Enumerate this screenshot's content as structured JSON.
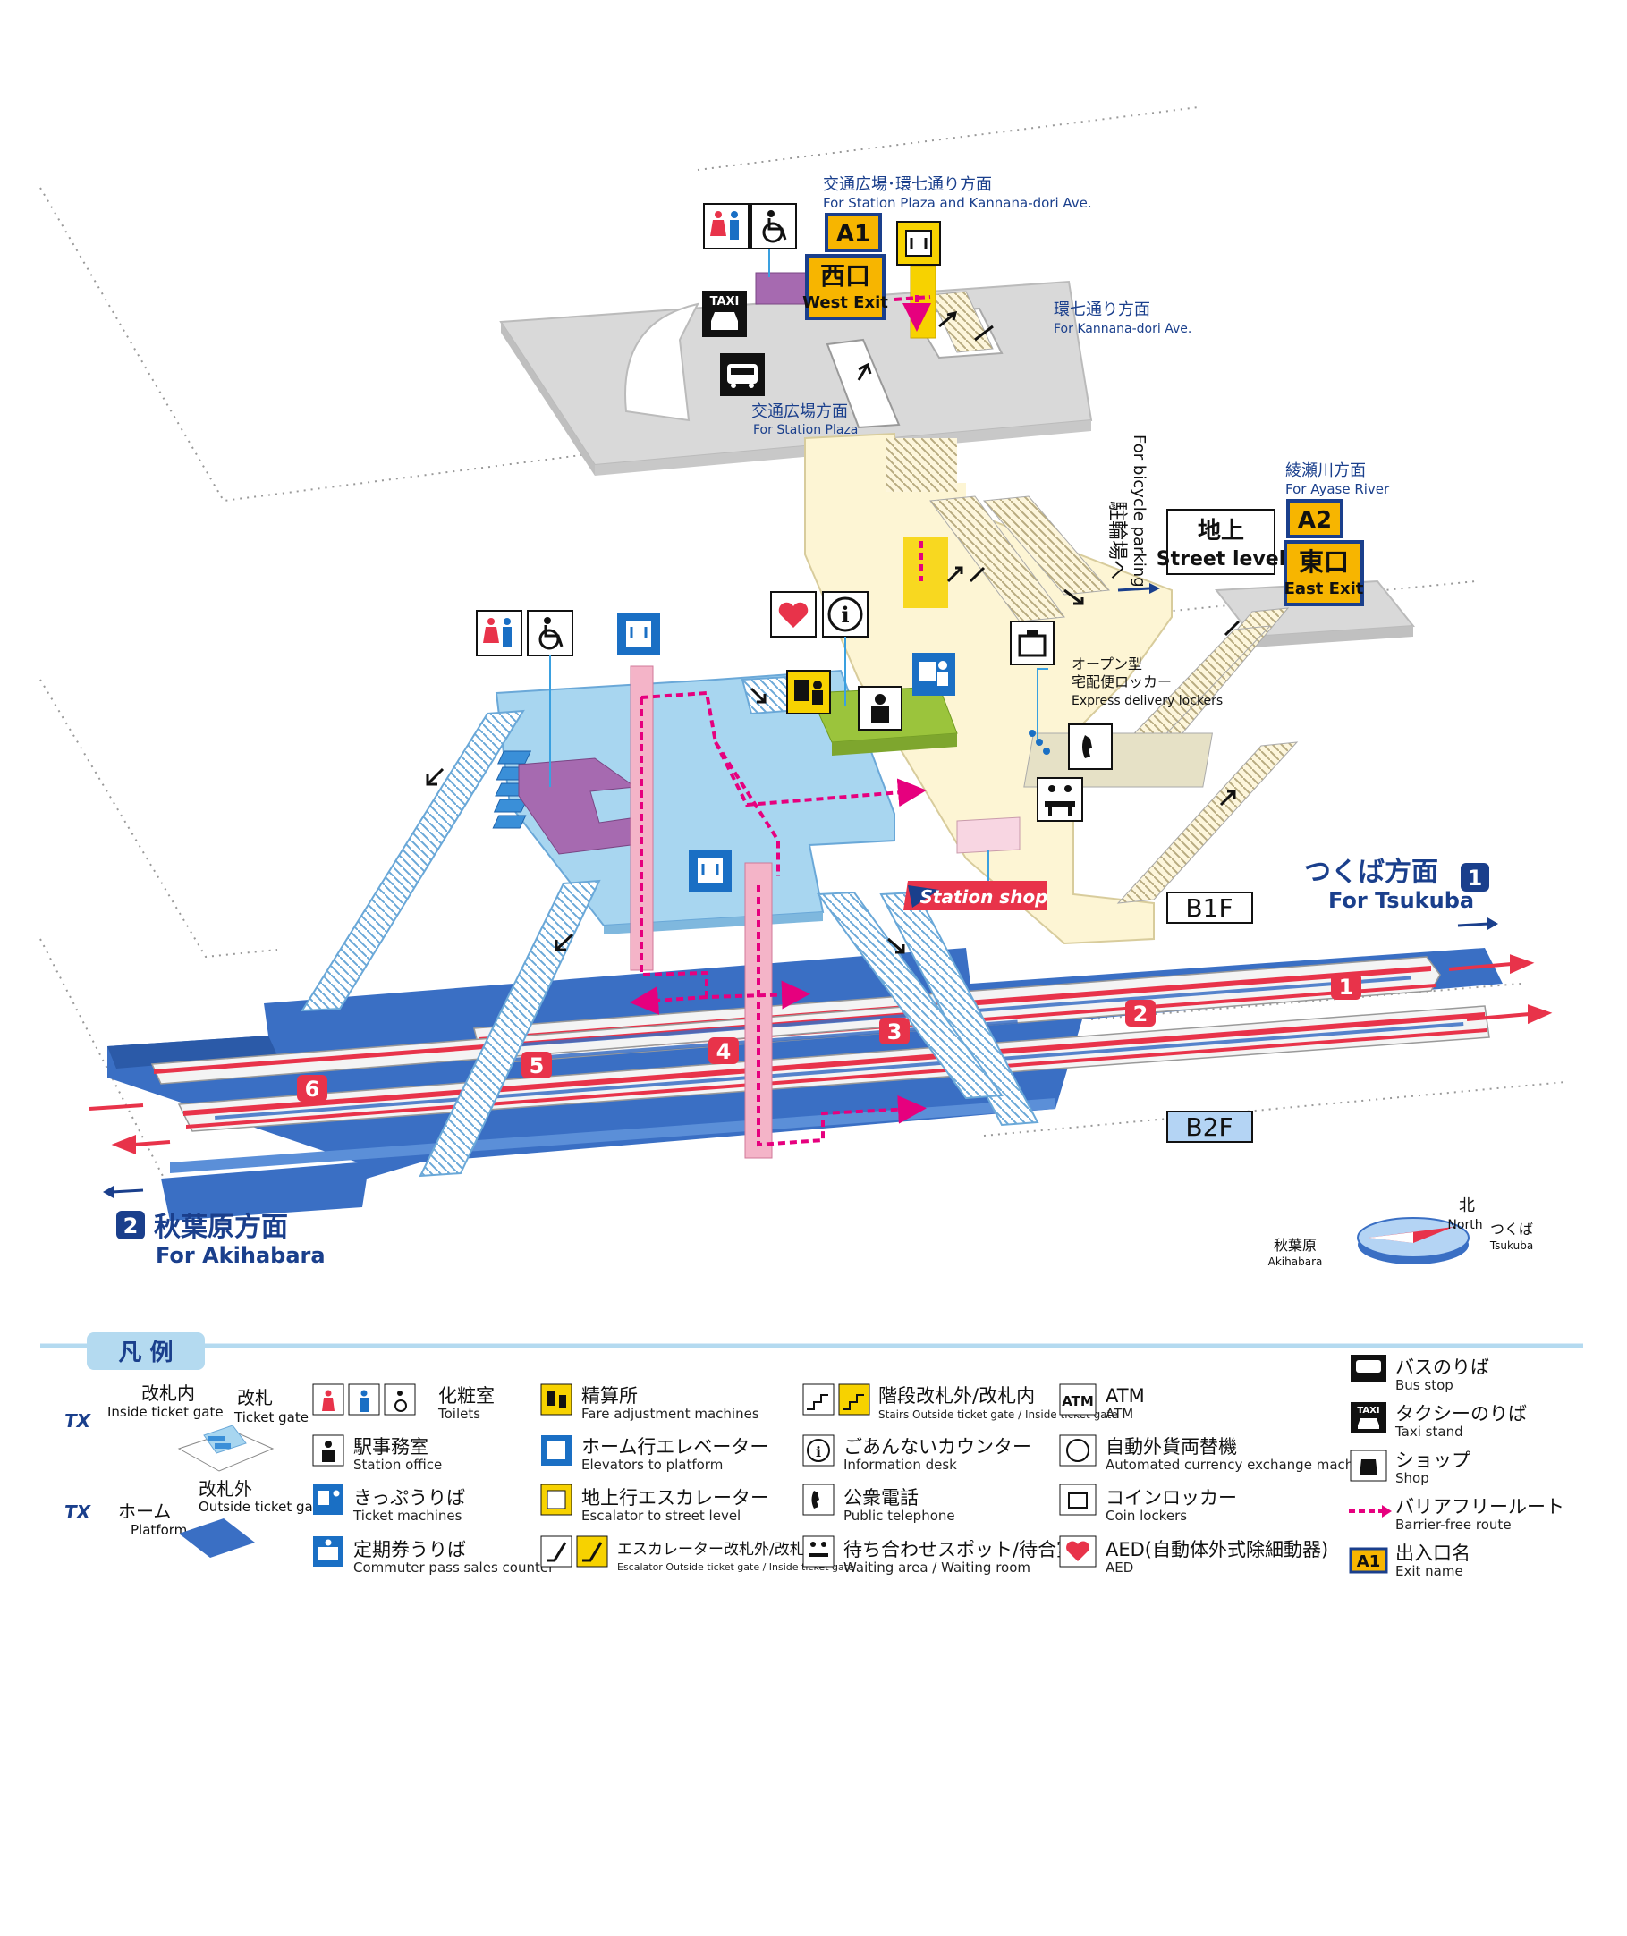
{
  "colors": {
    "navy": "#1a3f8c",
    "exit_yellow": "#f7b500",
    "concourse_blue": "#a8d6f0",
    "platform_blue": "#3a6fc4",
    "train_red": "#e8334a",
    "barrier_free_pink": "#e6007e",
    "toilet_purple": "#a66ab0",
    "office_green": "#9bc43c",
    "elevator_pink": "#f4b4c8"
  },
  "exits": {
    "a1": {
      "direction_jp": "交通広場･環七通り方面",
      "direction_en": "For Station Plaza and Kannana-dori Ave.",
      "code": "A1",
      "name_jp": "西口",
      "name_en": "West Exit"
    },
    "a2": {
      "direction_jp": "綾瀬川方面",
      "direction_en": "For Ayase River",
      "code": "A2",
      "name_jp": "東口",
      "name_en": "East Exit"
    }
  },
  "labels": {
    "kannana_jp": "環七通り方面",
    "kannana_en": "For Kannana-dori Ave.",
    "plaza_jp": "交通広場方面",
    "plaza_en": "For Station Plaza",
    "bicycle_en": "For bicycle parking",
    "bicycle_jp": "駐輪場へ",
    "street_level_jp": "地上",
    "street_level_en": "Street level",
    "lockers_jp1": "オープン型",
    "lockers_jp2": "宅配便ロッカー",
    "lockers_en": "Express delivery lockers",
    "station_shop": "Station shop",
    "b1f": "B1F",
    "b2f": "B2F",
    "taxi": "TAXI"
  },
  "directions": {
    "tsukuba_jp": "つくば方面",
    "tsukuba_en": "For Tsukuba",
    "tsukuba_num": "1",
    "akihabara_jp": "秋葉原方面",
    "akihabara_en": "For Akihabara",
    "akihabara_num": "2"
  },
  "platform_numbers": [
    "1",
    "2",
    "3",
    "4",
    "5",
    "6"
  ],
  "compass": {
    "north_jp": "北",
    "north_en": "North",
    "tsukuba_jp": "つくば",
    "tsukuba_en": "Tsukuba",
    "akihabara_jp": "秋葉原",
    "akihabara_en": "Akihabara"
  },
  "legend": {
    "title": "凡 例",
    "inside_gate_jp": "改札内",
    "inside_gate_en": "Inside ticket gate",
    "ticket_gate_jp": "改札",
    "ticket_gate_en": "Ticket gate",
    "outside_gate_jp": "改札外",
    "outside_gate_en": "Outside ticket gate",
    "platform_jp": "ホーム",
    "platform_en": "Platform",
    "tx_logo": "TX",
    "items": [
      {
        "icon": "toilet-icon",
        "jp": "化粧室",
        "en": "Toilets"
      },
      {
        "icon": "station-office-icon",
        "jp": "駅事務室",
        "en": "Station office"
      },
      {
        "icon": "ticket-machine-icon",
        "jp": "きっぷうりば",
        "en": "Ticket machines"
      },
      {
        "icon": "commuter-pass-icon",
        "jp": "定期券うりば",
        "en": "Commuter pass sales counter"
      },
      {
        "icon": "fare-adjustment-icon",
        "jp": "精算所",
        "en": "Fare adjustment machines"
      },
      {
        "icon": "elevator-platform-icon",
        "jp": "ホーム行エレベーター",
        "en": "Elevators to platform"
      },
      {
        "icon": "escalator-street-icon",
        "jp": "地上行エスカレーター",
        "en": "Escalator to street level"
      },
      {
        "icon": "escalator-icon",
        "jp": "エスカレーター改札外/改札内",
        "en": "Escalator Outside ticket gate / Inside ticket gate"
      },
      {
        "icon": "stairs-icon",
        "jp": "階段改札外/改札内",
        "en": "Stairs Outside ticket gate / Inside ticket gate"
      },
      {
        "icon": "information-icon",
        "jp": "ごあんないカウンター",
        "en": "Information desk"
      },
      {
        "icon": "telephone-icon",
        "jp": "公衆電話",
        "en": "Public telephone"
      },
      {
        "icon": "waiting-area-icon",
        "jp": "待ち合わせスポット/待合室",
        "en": "Waiting area / Waiting room"
      },
      {
        "icon": "atm-icon",
        "jp": "ATM",
        "en": "ATM",
        "glyph": "ATM"
      },
      {
        "icon": "currency-exchange-icon",
        "jp": "自動外貨両替機",
        "en": "Automated currency exchange machine"
      },
      {
        "icon": "coin-locker-icon",
        "jp": "コインロッカー",
        "en": "Coin lockers"
      },
      {
        "icon": "aed-icon",
        "jp": "AED(自動体外式除細動器)",
        "en": "AED"
      },
      {
        "icon": "bus-stop-icon",
        "jp": "バスのりば",
        "en": "Bus stop"
      },
      {
        "icon": "taxi-stand-icon",
        "jp": "タクシーのりば",
        "en": "Taxi stand"
      },
      {
        "icon": "shop-icon",
        "jp": "ショップ",
        "en": "Shop"
      },
      {
        "icon": "barrier-free-route-icon",
        "jp": "バリアフリールート",
        "en": "Barrier-free route"
      },
      {
        "icon": "exit-name-icon",
        "jp": "出入口名",
        "en": "Exit name",
        "glyph": "A1"
      }
    ]
  }
}
